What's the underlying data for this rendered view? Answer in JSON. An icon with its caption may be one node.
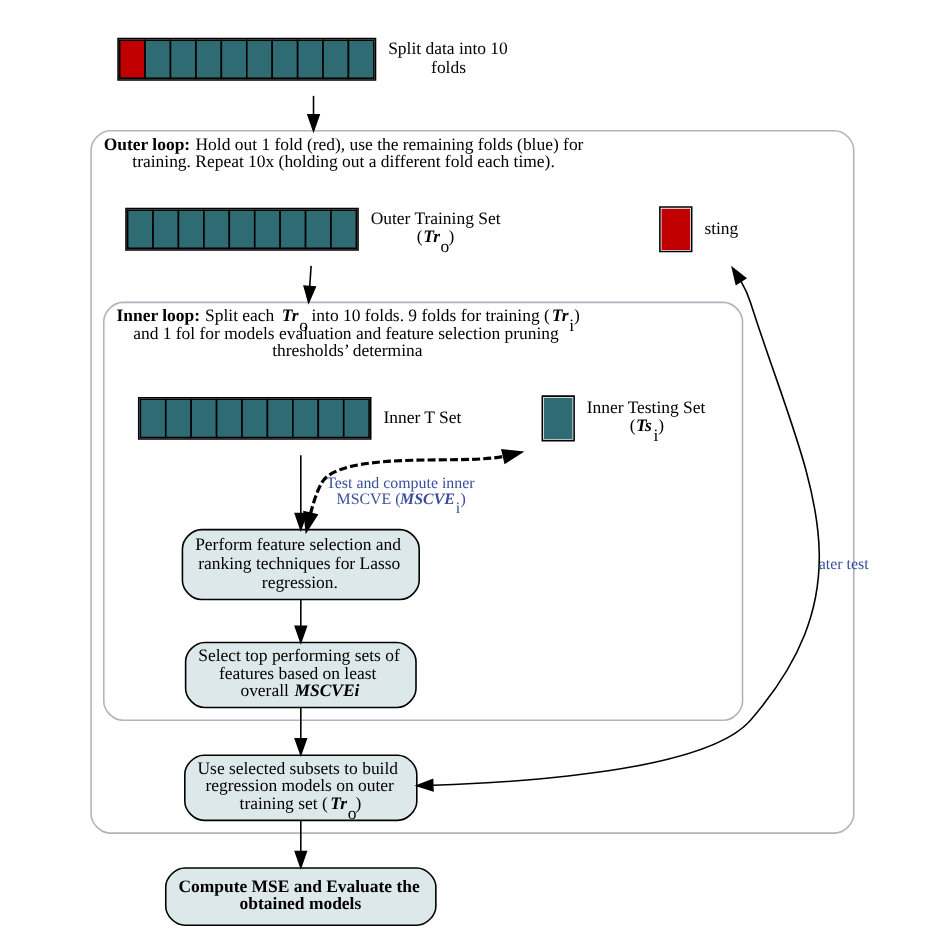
{
  "diagram": {
    "nodes": [
      {
        "text": [],
        "shape": "bar",
        "beside": [
          "Split data into 10 folds"
        ]
      },
      {
        "text": [
          "**Outer loop:** Hold out 1 fold (red), use the remaining folds (blue) for training. Repeat 10x (holding out a different fold each time)."
        ]
      },
      {
        "text": [],
        "shape": "box",
        "in": 1,
        "beside": [
          "sting"
        ]
      },
      {
        "text": [],
        "shape": "bar",
        "in": 1,
        "beside": [
          "Outer Training Set (*Tr*$_{o}$)"
        ]
      },
      {
        "text": [
          "**Inner loop:** Split each *Tr*$_{o}$ into 10 folds. 9 folds for training (*Tr*$_{i}$) and 1 fol for models evaluation and feature selection pruning thresholds’ determina"
        ],
        "in": 1
      },
      {
        "text": [],
        "shape": "box",
        "in": 4,
        "beside": [
          "Inner Testing Set (*Ts*$_{i}$)"
        ]
      },
      {
        "text": [],
        "shape": "bar",
        "in": 4,
        "beside": [
          "Inner T Set"
        ]
      },
      {
        "text": [
          "Perform feature selection and ranking techniques for Lasso regression."
        ],
        "in": 4
      },
      {
        "text": [
          "Select top performing sets of features based on least overall *MSCVEi*"
        ],
        "in": 4
      },
      {
        "text": [
          "Use selected subsets to build regression models on outer training set (*Tr*$_{o}$)"
        ],
        "in": 1
      },
      {
        "text": [
          "Compute MSE and Evaluate the obtained models"
        ]
      }
    ],
    "edges": [
      {
        "from": 0,
        "to": 1,
        "arrow": "to"
      },
      {
        "from": 3,
        "to": 4,
        "arrow": "to"
      },
      {
        "from": 6,
        "to": 7,
        "arrow": "to"
      },
      {
        "from": 7,
        "to": 5,
        "arrow": "both",
        "style": "dashed",
        "label": "Test and compute inner MSCVE (*MSCVE*$_{i}$)"
      },
      {
        "from": 7,
        "to": 8,
        "arrow": "to"
      },
      {
        "from": 8,
        "to": 9,
        "arrow": "to"
      },
      {
        "from": 9,
        "to": 2,
        "arrow": "both",
        "label": "ater test"
      },
      {
        "from": 9,
        "to": 10,
        "arrow": "to"
      }
    ]
  }
}
